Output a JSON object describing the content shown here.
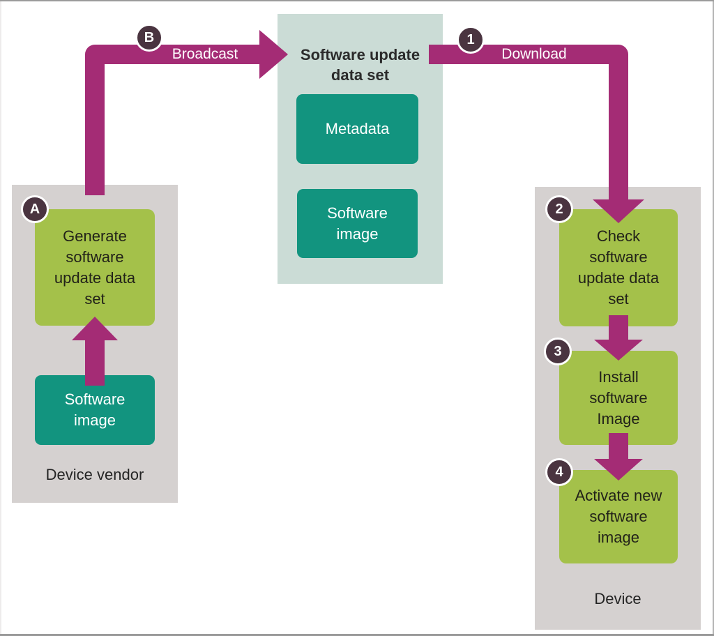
{
  "diagram": {
    "center_panel": {
      "title": "Software update\ndata set",
      "metadata_label": "Metadata",
      "software_image_label": "Software\nimage"
    },
    "vendor_panel": {
      "badge": "A",
      "generate_label": "Generate\nsoftware\nupdate data\nset",
      "software_image_label": "Software\nimage",
      "caption": "Device vendor"
    },
    "device_panel": {
      "caption": "Device",
      "steps": [
        {
          "badge": "2",
          "label": "Check\nsoftware\nupdate data\nset"
        },
        {
          "badge": "3",
          "label": "Install\nsoftware\nImage"
        },
        {
          "badge": "4",
          "label": "Activate new\nsoftware\nimage"
        }
      ]
    },
    "flows": {
      "broadcast": {
        "badge": "B",
        "label": "Broadcast"
      },
      "download": {
        "badge": "1",
        "label": "Download"
      }
    },
    "colors": {
      "green": "#a4c14a",
      "teal": "#12947f",
      "light_teal": "#cbdcd6",
      "gray": "#d5d1d0",
      "magenta": "#a42c75",
      "badge": "#4a3440"
    }
  }
}
